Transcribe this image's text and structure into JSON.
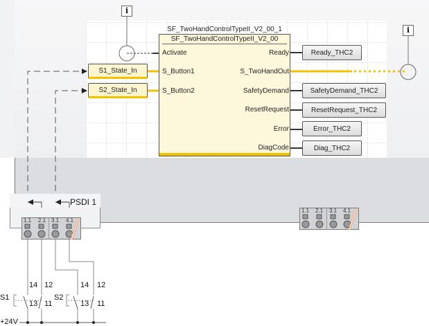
{
  "function_block": {
    "instance_name": "SF_TwoHandControlTypeII_V2_00_1",
    "type_name": "SF_TwoHandControlTypeII_V2_00",
    "inputs": [
      {
        "pin": "Activate",
        "variable": null,
        "connection": "dashed-to-info-circle"
      },
      {
        "pin": "S_Button1",
        "variable": "S1_State_In"
      },
      {
        "pin": "S_Button2",
        "variable": "S2_State_In"
      }
    ],
    "outputs": [
      {
        "pin": "Ready",
        "variable": "Ready_THC2"
      },
      {
        "pin": "S_TwoHandOut",
        "variable": null,
        "connection": "dotted-to-info-circle"
      },
      {
        "pin": "SafetyDemand",
        "variable": "SafetyDemand_THC2"
      },
      {
        "pin": "ResetRequest",
        "variable": "ResetRequest_THC2"
      },
      {
        "pin": "Error",
        "variable": "Error_THC2"
      },
      {
        "pin": "DiagCode",
        "variable": "Diag_THC2"
      }
    ]
  },
  "info_icons": [
    "info-icon-activate",
    "info-icon-output"
  ],
  "psdi_module": {
    "label": "PSDI 1",
    "terminals": [
      "1.1",
      "2.1",
      "3.1",
      "4.1"
    ]
  },
  "second_module": {
    "terminals": [
      "1.1",
      "2.1",
      "3.1",
      "4.1"
    ]
  },
  "wiring": {
    "supply_label": "+24V",
    "switches": [
      {
        "name": "S1",
        "contacts": {
          "no_top": "14",
          "no_bottom": "13",
          "nc_top": "12",
          "nc_bottom": "11"
        }
      },
      {
        "name": "S2",
        "contacts": {
          "no_top": "14",
          "no_bottom": "13",
          "nc_top": "12",
          "nc_bottom": "11"
        }
      }
    ]
  },
  "colors": {
    "safe_signal": "#f2c200",
    "block_fill": "#fdf7dc",
    "panel": "#dcdde0",
    "terminal_stripe": "#f0a070"
  }
}
